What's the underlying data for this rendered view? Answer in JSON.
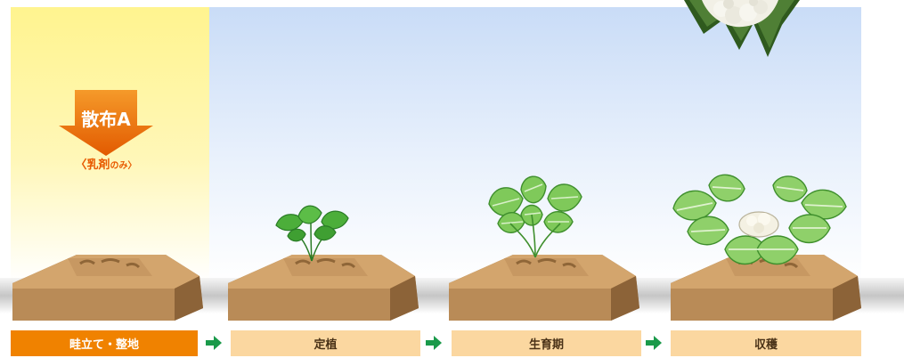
{
  "spray": {
    "label": "散布A",
    "note_main": "〈乳剤",
    "note_sub": "のみ〉"
  },
  "stages": [
    {
      "label": "畦立て・整地",
      "active": true
    },
    {
      "label": "定植",
      "active": false
    },
    {
      "label": "生育期",
      "active": false
    },
    {
      "label": "収穫",
      "active": false
    }
  ],
  "colors": {
    "active_stage": "#f08200",
    "stage_bg": "#fbd7a0",
    "arrow": "#1a9a4a",
    "soil": "#c89a62",
    "leaf": "#4cae3a"
  }
}
